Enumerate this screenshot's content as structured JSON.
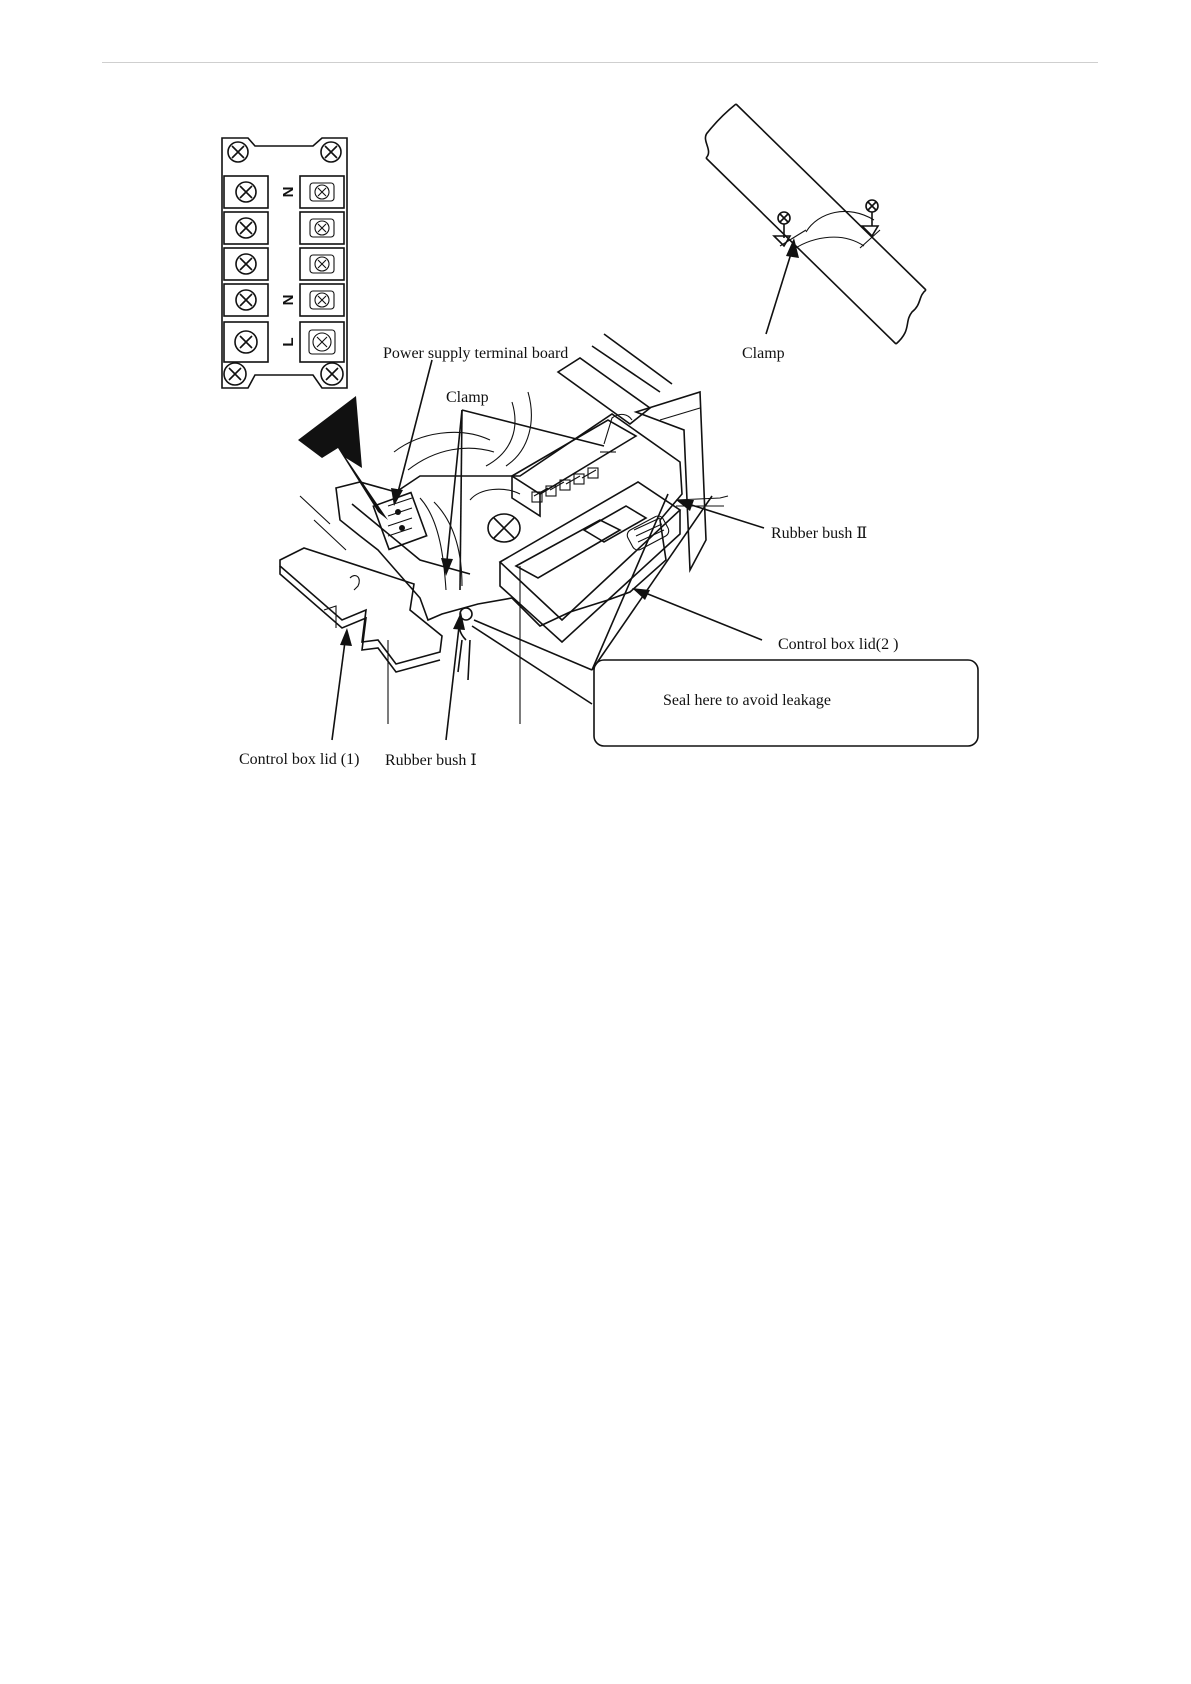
{
  "figure": {
    "labels": {
      "power_supply_terminal_board": "Power supply terminal board",
      "clamp_main": "Clamp",
      "clamp_detail": "Clamp",
      "rubber_bush_2": "Rubber bush Ⅱ",
      "control_box_lid_2": "Control box lid(2 )",
      "seal_note": "Seal here to avoid leakage",
      "control_box_lid_1": "Control box lid (1)",
      "rubber_bush_1": "Rubber bush Ⅰ"
    },
    "terminal_board": {
      "letters": [
        "N",
        "N",
        "L"
      ]
    }
  }
}
